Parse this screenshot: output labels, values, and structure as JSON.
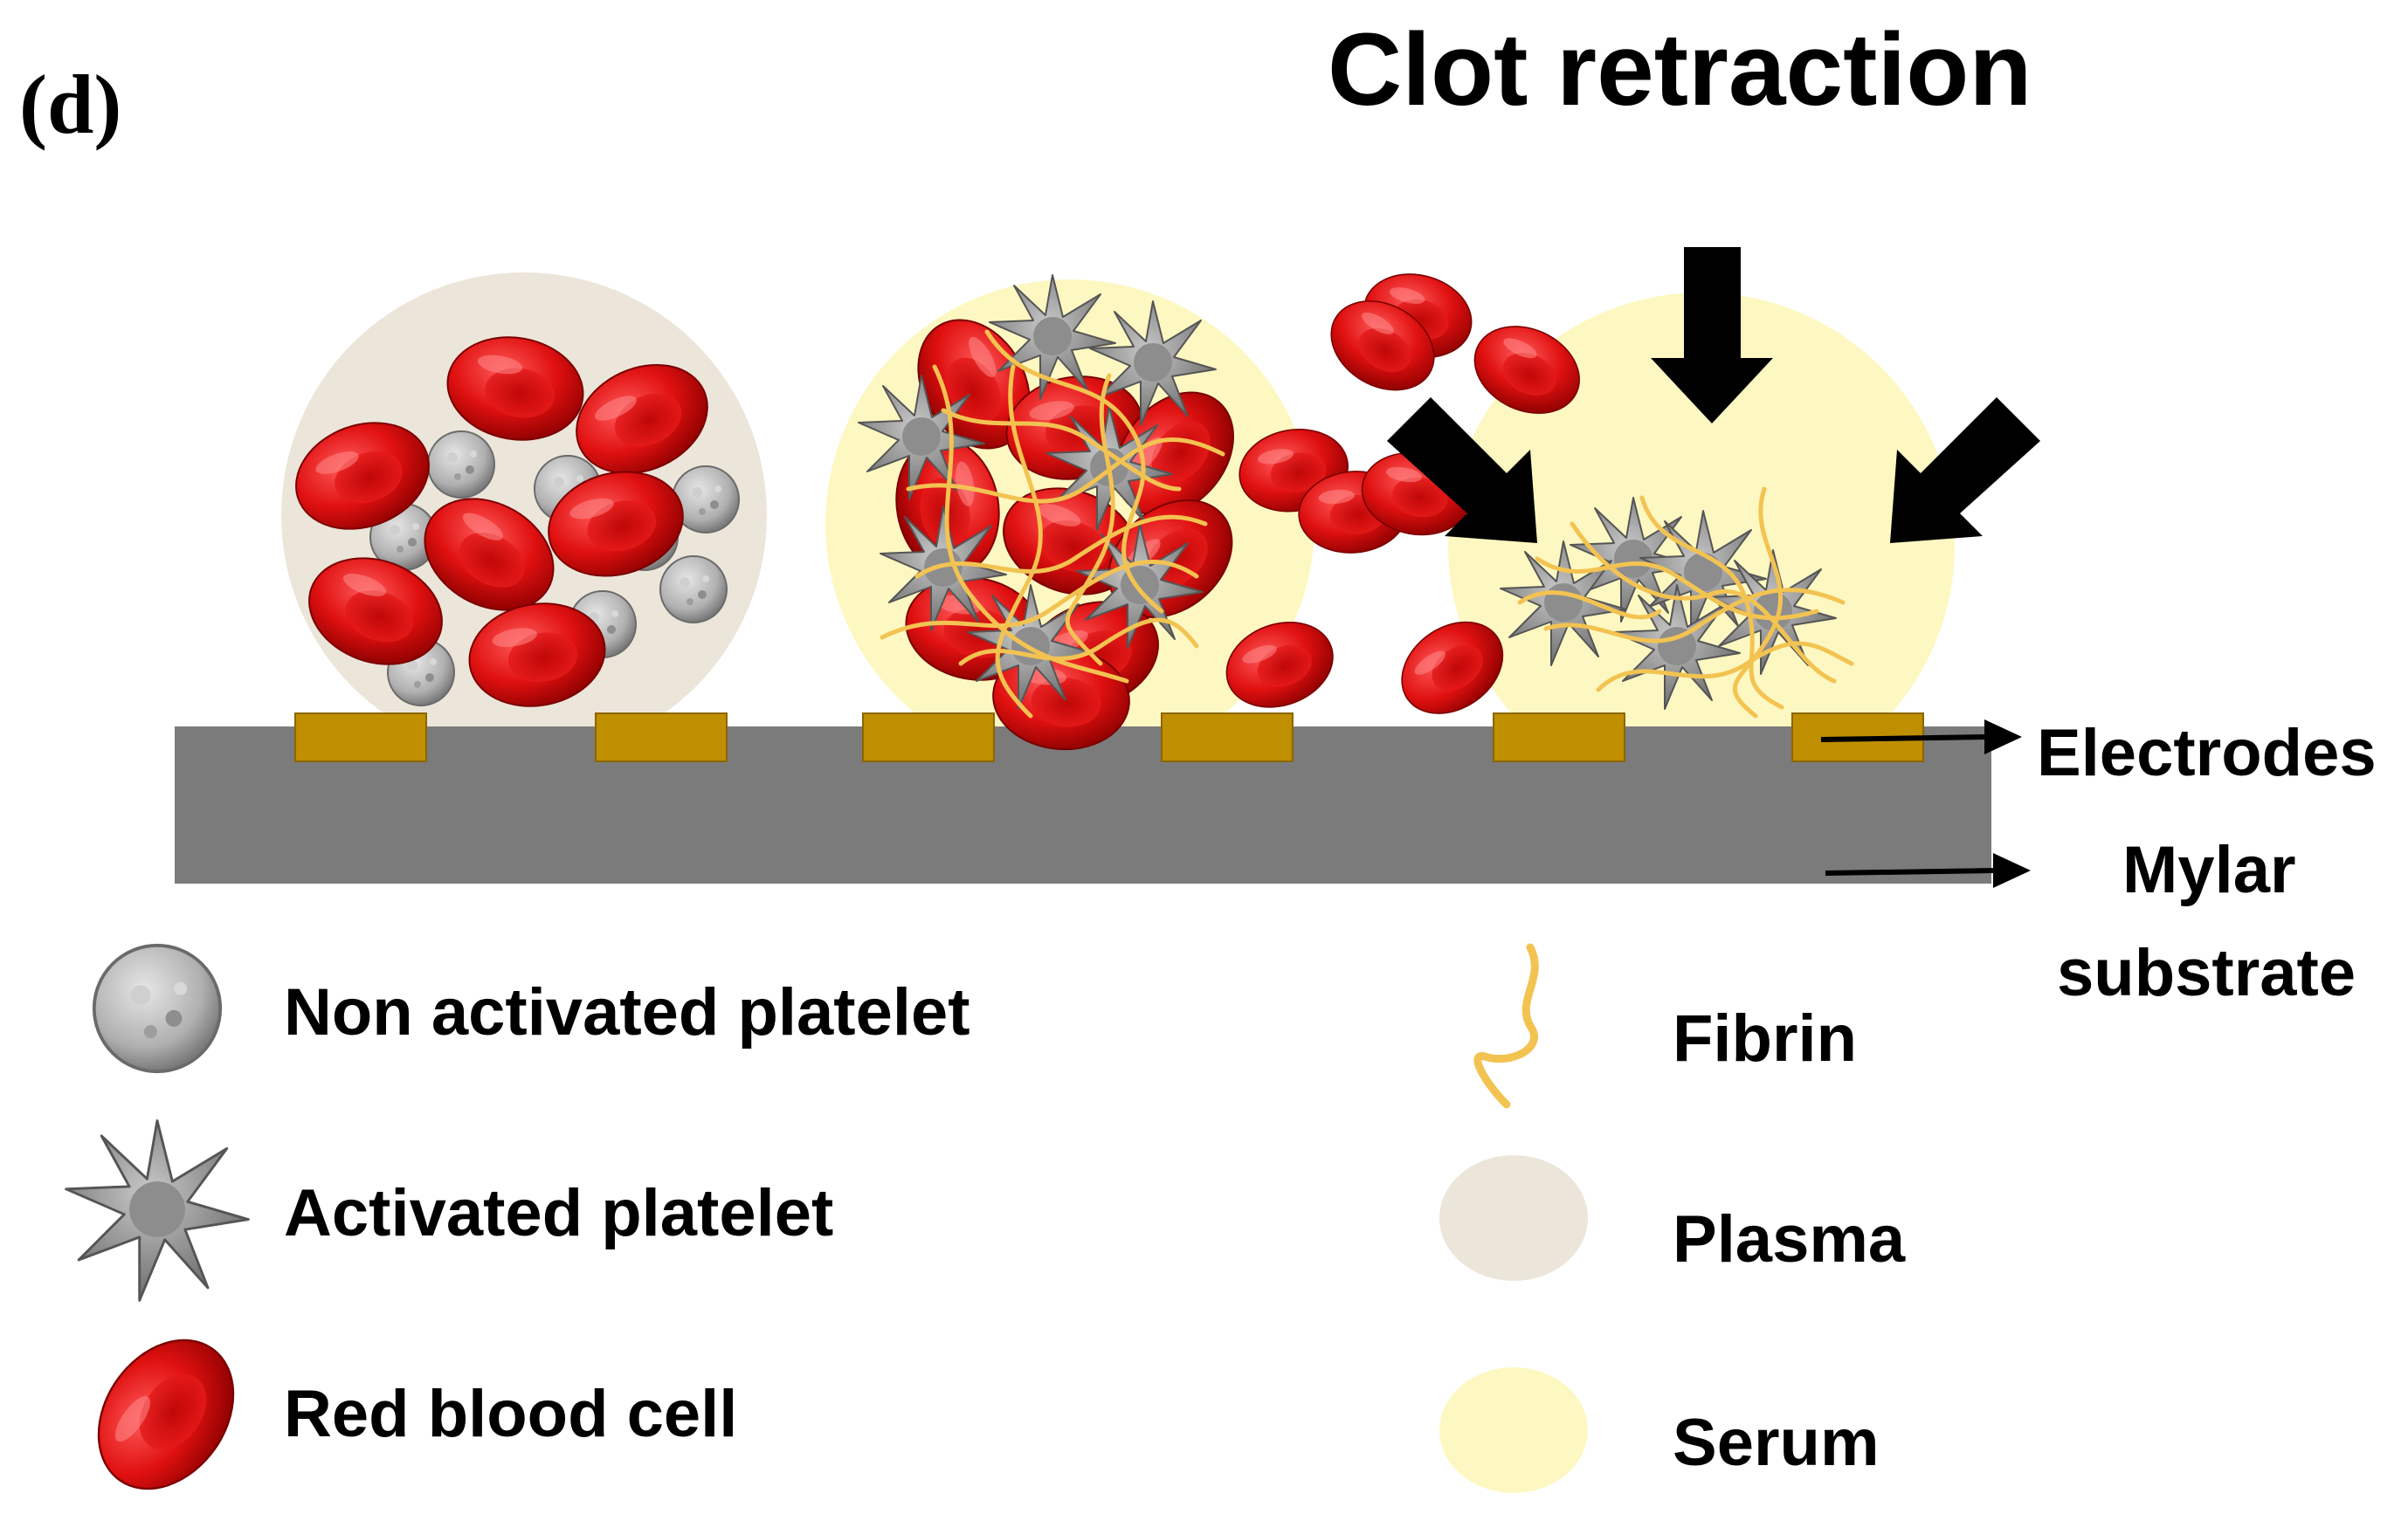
{
  "panel_label": "(d)",
  "title": "Clot retraction",
  "labels": {
    "electrodes": "Electrodes",
    "substrate_line1": "Mylar",
    "substrate_line2": "substrate"
  },
  "legend": {
    "left": [
      {
        "label": "Non activated platelet",
        "icon": "non-activated-platelet-icon"
      },
      {
        "label": "Activated platelet",
        "icon": "activated-platelet-icon"
      },
      {
        "label": "Red blood cell",
        "icon": "red-blood-cell-icon"
      }
    ],
    "right": [
      {
        "label": "Fibrin",
        "icon": "fibrin-icon"
      },
      {
        "label": "Plasma",
        "icon": "plasma-icon"
      },
      {
        "label": "Serum",
        "icon": "serum-icon"
      }
    ]
  },
  "colors": {
    "plasma": "#ece5da",
    "serum": "#fdf8c2",
    "substrate": "#7b7b7b",
    "electrode": "#c08f00",
    "red_blood_cell": "#e01010",
    "fibrin": "#f3c352",
    "platelet": "#9c9c9c"
  }
}
